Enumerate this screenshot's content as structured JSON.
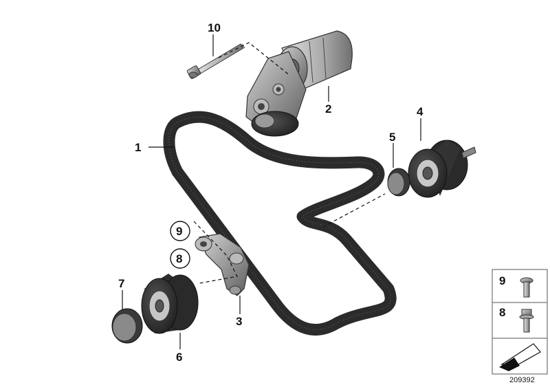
{
  "callouts": {
    "belt": "1",
    "tensioner": "2",
    "bracket": "3",
    "idler_pulley_top": "4",
    "cap_top": "5",
    "idler_pulley_bottom": "6",
    "cap_bottom": "7",
    "collar_screw": "8",
    "screw": "9",
    "hex_bolt": "10"
  },
  "legend": {
    "item_a": "9",
    "item_b": "8"
  },
  "ref_number": "209392"
}
